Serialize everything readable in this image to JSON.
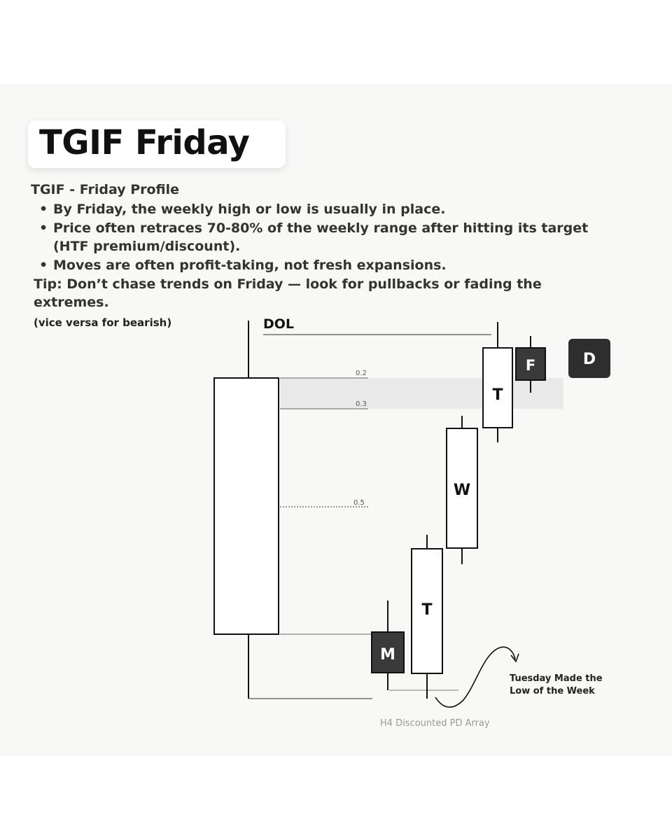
{
  "header": {
    "title": "TGIF Friday"
  },
  "description": {
    "heading": "TGIF - Friday Profile",
    "bullets": [
      "By Friday, the weekly high or low is usually in place.",
      "Price often retraces 70-80% of the weekly range after hitting its target (HTF premium/discount).",
      "Moves are often profit-taking, not fresh expansions."
    ],
    "tip": "Tip: Don’t chase trends on Friday — look for pullbacks or fading the extremes.",
    "note": "(vice versa for bearish)"
  },
  "diagram": {
    "dol_label": "DOL",
    "fib_levels": [
      "0.2",
      "0.3",
      "0.5"
    ],
    "candles": [
      {
        "label": "",
        "style": "bullish"
      },
      {
        "label": "M",
        "style": "bearish"
      },
      {
        "label": "T",
        "style": "bullish"
      },
      {
        "label": "W",
        "style": "bullish"
      },
      {
        "label": "T",
        "style": "bullish"
      },
      {
        "label": "F",
        "style": "bearish"
      }
    ],
    "day_key": "D",
    "annotation": "Tuesday Made the Low of the Week",
    "annotation_lines": [
      "Tuesday Made the",
      "Low of the Week"
    ],
    "pd_array_label": "H4 Discounted PD Array"
  }
}
